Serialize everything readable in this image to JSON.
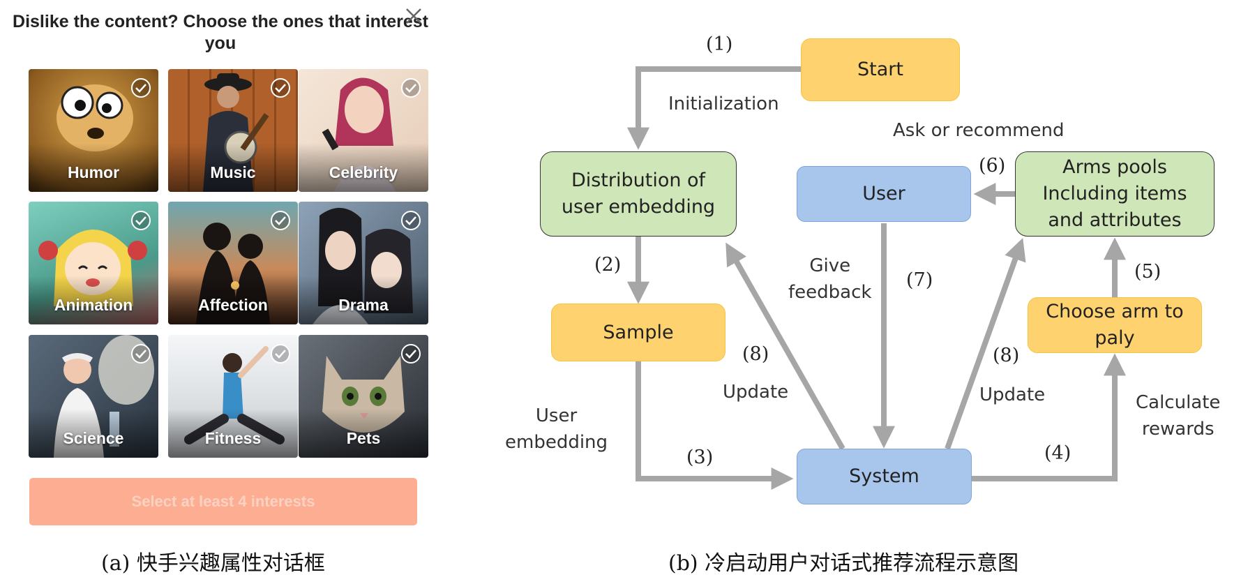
{
  "panel_a": {
    "title": "Dislike the content? Choose the ones that interest you",
    "tiles": [
      {
        "label": "Humor"
      },
      {
        "label": "Music"
      },
      {
        "label": "Celebrity"
      },
      {
        "label": "Animation"
      },
      {
        "label": "Affection"
      },
      {
        "label": "Drama"
      },
      {
        "label": "Science"
      },
      {
        "label": "Fitness"
      },
      {
        "label": "Pets"
      }
    ],
    "button_label": "Select at least 4 interests",
    "caption": "(a) 快手兴趣属性对话框"
  },
  "panel_b": {
    "nodes": {
      "start": "Start",
      "distribution_line1": "Distribution of",
      "distribution_line2": "user embedding",
      "sample": "Sample",
      "user": "User",
      "system": "System",
      "arms_line1": "Arms pools",
      "arms_line2": "Including items",
      "arms_line3": "and attributes",
      "choose_line1": "Choose arm to",
      "choose_line2": "paly"
    },
    "edge_labels": {
      "initialization": "Initialization",
      "ask_or_recommend": "Ask or recommend",
      "give_feedback_line1": "Give",
      "give_feedback_line2": "feedback",
      "update_left": "Update",
      "update_right": "Update",
      "user_embedding_line1": "User",
      "user_embedding_line2": "embedding",
      "calculate_rewards_line1": "Calculate",
      "calculate_rewards_line2": "rewards"
    },
    "step_numbers": {
      "s1": "(1)",
      "s2": "(2)",
      "s3": "(3)",
      "s4": "(4)",
      "s5": "(5)",
      "s6": "(6)",
      "s7": "(7)",
      "s8_left": "(8)",
      "s8_right": "(8)"
    },
    "caption": "(b) 冷启动用户对话式推荐流程示意图"
  },
  "colors": {
    "orange_node": "#fdd26f",
    "green_node": "#cfe7b8",
    "blue_node": "#a8c5ec",
    "arrow": "#a6a6a6",
    "button": "#fdae92"
  }
}
